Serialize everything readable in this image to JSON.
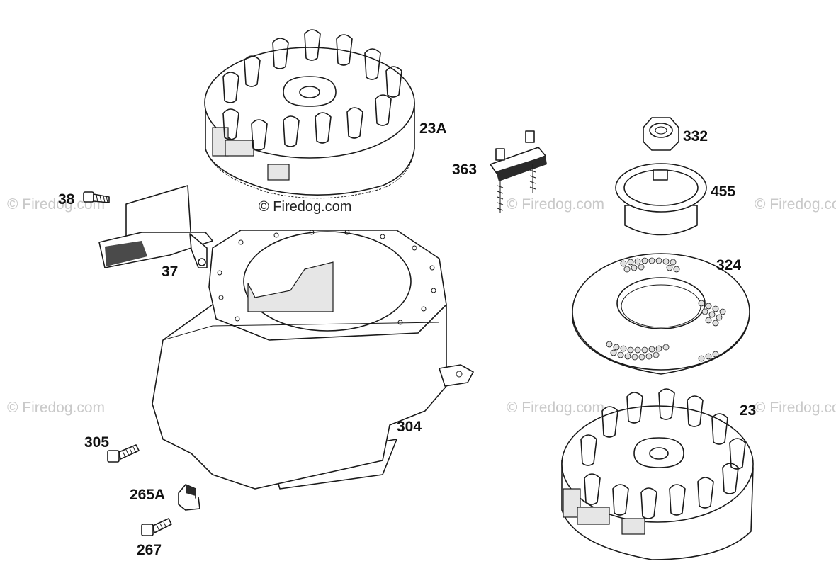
{
  "diagram": {
    "parts": [
      {
        "id": "part-23a",
        "label": "23A",
        "icon": "flywheel-icon"
      },
      {
        "id": "part-38",
        "label": "38",
        "icon": "screw-icon"
      },
      {
        "id": "part-37",
        "label": "37",
        "icon": "air-vane-icon"
      },
      {
        "id": "part-363",
        "label": "363",
        "icon": "governor-bracket-icon"
      },
      {
        "id": "part-332",
        "label": "332",
        "icon": "nut-icon"
      },
      {
        "id": "part-455",
        "label": "455",
        "icon": "starter-cup-icon"
      },
      {
        "id": "part-324",
        "label": "324",
        "icon": "rotating-screen-icon"
      },
      {
        "id": "part-304",
        "label": "304",
        "icon": "blower-housing-icon"
      },
      {
        "id": "part-23",
        "label": "23",
        "icon": "flywheel-icon"
      },
      {
        "id": "part-305",
        "label": "305",
        "icon": "screw-icon"
      },
      {
        "id": "part-265a",
        "label": "265A",
        "icon": "clip-icon"
      },
      {
        "id": "part-267",
        "label": "267",
        "icon": "screw-icon"
      }
    ],
    "watermark": "© Firedog.com"
  }
}
